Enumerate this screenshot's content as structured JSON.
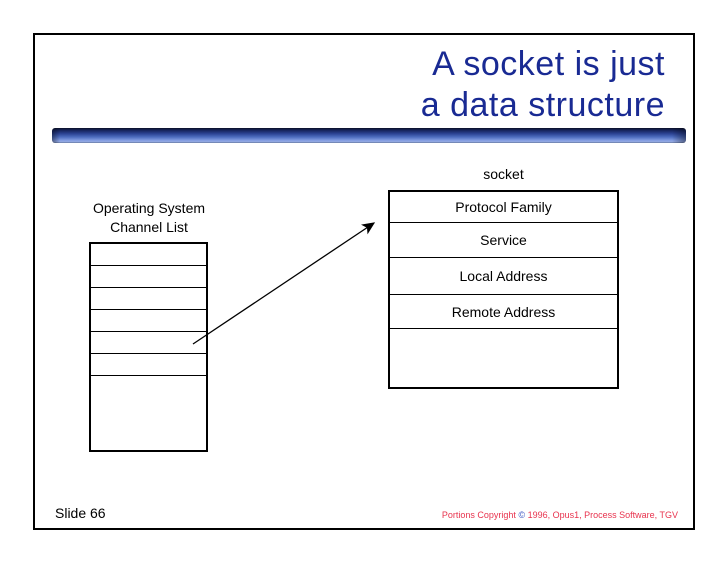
{
  "title": {
    "line1": "A socket is just",
    "line2": "a data structure"
  },
  "diagram": {
    "socket_label": "socket",
    "socket_fields": [
      "Protocol Family",
      "Service",
      "Local Address",
      "Remote Address",
      ""
    ],
    "channel_list_label": [
      "Operating System",
      "Channel List"
    ],
    "channel_row_count": 6
  },
  "footer": {
    "slide_number": "Slide 66",
    "copyright_prefix": "Portions Copyright ",
    "copyright_symbol": "©",
    "copyright_suffix": " 1996, Opus1, Process Software, TGV"
  },
  "colors": {
    "title_blue": "#192a93",
    "bar_blue_dark": "#0a0f28",
    "bar_blue_mid": "#2c4394",
    "bar_blue_light": "#96ace8",
    "copyright_red": "#e8334e",
    "copyright_symbol_blue": "#3a57c4",
    "line_black": "#000000",
    "background": "#ffffff"
  }
}
